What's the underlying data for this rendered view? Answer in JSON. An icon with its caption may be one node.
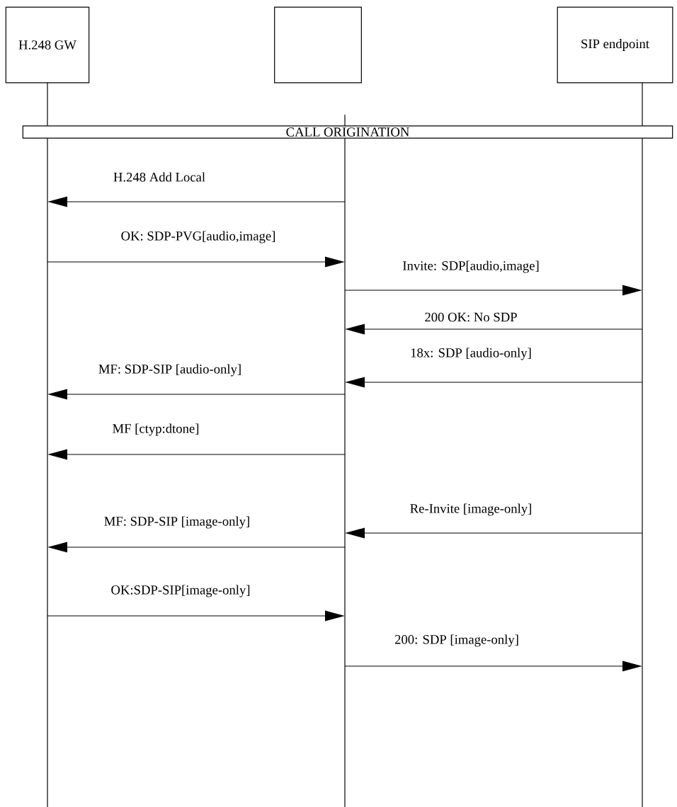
{
  "diagram": {
    "nodes": [
      {
        "text": [
          "H.248 GW"
        ]
      },
      {
        "text": [],
        "shape": "box"
      },
      {
        "text": [
          "SIP endpoint"
        ]
      },
      {
        "text": [
          "CALL ORIGINATION"
        ]
      }
    ],
    "edges": [
      {
        "from": 1,
        "to": 0,
        "arrow": "to",
        "label": "H.248 Add Local"
      },
      {
        "from": 0,
        "to": 1,
        "arrow": "to",
        "label": "OK: SDP-PVG[audio,image]"
      },
      {
        "from": 1,
        "to": 2,
        "arrow": "to",
        "label": "Invite: SDP[audio,image]"
      },
      {
        "from": 2,
        "to": 1,
        "arrow": "to",
        "label": "200 OK: No SDP"
      },
      {
        "from": 2,
        "to": 1,
        "arrow": "to",
        "label": "18x: SDP [audio-only]"
      },
      {
        "from": 1,
        "to": 0,
        "arrow": "to",
        "label": "MF: SDP-SIP [audio-only]"
      },
      {
        "from": 1,
        "to": 0,
        "arrow": "to",
        "label": "MF [ctyp:dtone]"
      },
      {
        "from": 2,
        "to": 1,
        "arrow": "to",
        "label": "Re-Invite [image-only]"
      },
      {
        "from": 1,
        "to": 0,
        "arrow": "to",
        "label": "MF: SDP-SIP [image-only]"
      },
      {
        "from": 0,
        "to": 1,
        "arrow": "to",
        "label": "OK:SDP-SIP[image-only]"
      },
      {
        "from": 1,
        "to": 2,
        "arrow": "to",
        "label": "200: SDP [image-only]"
      }
    ]
  }
}
